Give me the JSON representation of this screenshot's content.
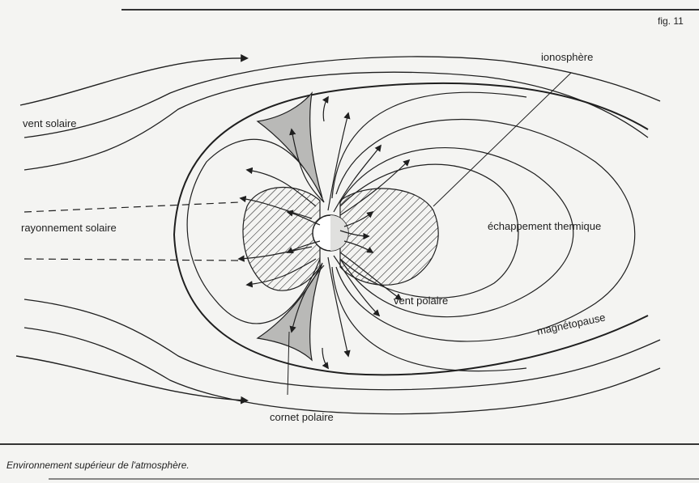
{
  "figure": {
    "number": "fig. 11",
    "caption": "Environnement supérieur de l'atmosphère."
  },
  "labels": {
    "solar_wind": "vent solaire",
    "solar_radiation": "rayonnement solaire",
    "ionosphere": "ionosphère",
    "thermal_escape": "échappement thermique",
    "polar_wind": "vent polaire",
    "magnetopause": "magnétopause",
    "polar_cusp": "cornet polaire"
  },
  "colors": {
    "ink": "#1f1f1f",
    "cusp_fill": "#b9b9b7",
    "paper": "#f4f4f2"
  }
}
